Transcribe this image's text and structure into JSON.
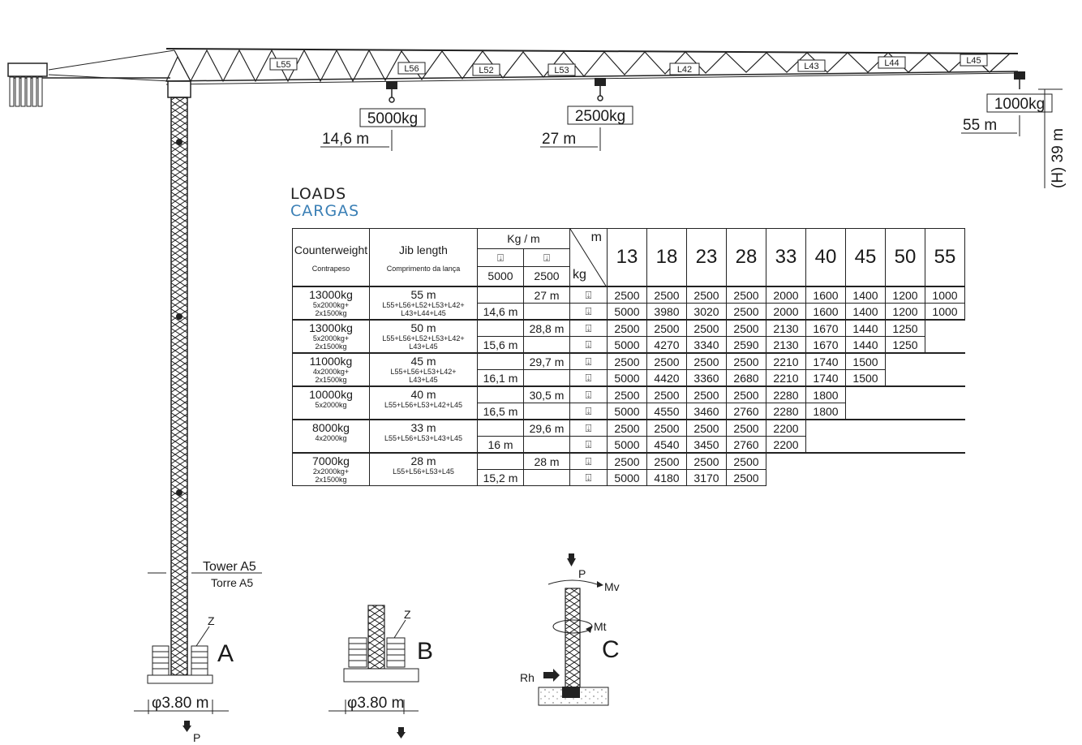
{
  "crane": {
    "jib_sections": [
      "L55",
      "L56",
      "L52",
      "L53",
      "L42",
      "L43",
      "L44",
      "L45"
    ],
    "loads": [
      {
        "weight": "5000kg",
        "radius": "14,6 m"
      },
      {
        "weight": "2500kg",
        "radius": "27 m"
      },
      {
        "weight": "1000kg",
        "radius": "55 m"
      }
    ],
    "height": "(H) 39 m",
    "tower_label_en": "Tower A5",
    "tower_label_pt": "Torre A5",
    "bases": [
      {
        "letter": "A",
        "z": "Z",
        "diameter": "φ3.80 m",
        "p": "P"
      },
      {
        "letter": "B",
        "z": "Z",
        "diameter": "φ3.80 m"
      },
      {
        "letter": "C",
        "mv": "Mv",
        "mt": "Mt",
        "rh": "Rh",
        "p": "P"
      }
    ]
  },
  "title": {
    "en": "LOADS",
    "pt": "CARGAS"
  },
  "table": {
    "hdr_counterweight_en": "Counterweight",
    "hdr_counterweight_pt": "Contrapeso",
    "hdr_jib_en": "Jib length",
    "hdr_jib_pt": "Comprimento da lança",
    "hdr_kgm": "Kg / m",
    "hdr_m": "m",
    "hdr_kg": "kg",
    "hdr_5000": "5000",
    "hdr_2500": "2500",
    "radii": [
      "13",
      "18",
      "23",
      "28",
      "33",
      "40",
      "45",
      "50",
      "55"
    ],
    "groups": [
      {
        "cw": "13000kg",
        "cw_detail1": "5x2000kg+",
        "cw_detail2": "2x1500kg",
        "jib": "55 m",
        "sections1": "L55+L56+L52+L53+L42+",
        "sections2": "L43+L44+L45",
        "r2500": "27 m",
        "r5000": "14,6 m",
        "row2500": [
          "2500",
          "2500",
          "2500",
          "2500",
          "2000",
          "1600",
          "1400",
          "1200",
          "1000"
        ],
        "row5000": [
          "5000",
          "3980",
          "3020",
          "2500",
          "2000",
          "1600",
          "1400",
          "1200",
          "1000"
        ]
      },
      {
        "cw": "13000kg",
        "cw_detail1": "5x2000kg+",
        "cw_detail2": "2x1500kg",
        "jib": "50 m",
        "sections1": "L55+L56+L52+L53+L42+",
        "sections2": "L43+L45",
        "r2500": "28,8 m",
        "r5000": "15,6 m",
        "row2500": [
          "2500",
          "2500",
          "2500",
          "2500",
          "2130",
          "1670",
          "1440",
          "1250"
        ],
        "row5000": [
          "5000",
          "4270",
          "3340",
          "2590",
          "2130",
          "1670",
          "1440",
          "1250"
        ]
      },
      {
        "cw": "11000kg",
        "cw_detail1": "4x2000kg+",
        "cw_detail2": "2x1500kg",
        "jib": "45 m",
        "sections1": "L55+L56+L53+L42+",
        "sections2": "L43+L45",
        "r2500": "29,7 m",
        "r5000": "16,1 m",
        "row2500": [
          "2500",
          "2500",
          "2500",
          "2500",
          "2210",
          "1740",
          "1500"
        ],
        "row5000": [
          "5000",
          "4420",
          "3360",
          "2680",
          "2210",
          "1740",
          "1500"
        ]
      },
      {
        "cw": "10000kg",
        "cw_detail1": "5x2000kg",
        "cw_detail2": "",
        "jib": "40 m",
        "sections1": "L55+L56+L53+L42+L45",
        "sections2": "",
        "r2500": "30,5 m",
        "r5000": "16,5 m",
        "row2500": [
          "2500",
          "2500",
          "2500",
          "2500",
          "2280",
          "1800"
        ],
        "row5000": [
          "5000",
          "4550",
          "3460",
          "2760",
          "2280",
          "1800"
        ]
      },
      {
        "cw": "8000kg",
        "cw_detail1": "4x2000kg",
        "cw_detail2": "",
        "jib": "33 m",
        "sections1": "L55+L56+L53+L43+L45",
        "sections2": "",
        "r2500": "29,6 m",
        "r5000": "16 m",
        "row2500": [
          "2500",
          "2500",
          "2500",
          "2500",
          "2200"
        ],
        "row5000": [
          "5000",
          "4540",
          "3450",
          "2760",
          "2200"
        ]
      },
      {
        "cw": "7000kg",
        "cw_detail1": "2x2000kg+",
        "cw_detail2": "2x1500kg",
        "jib": "28 m",
        "sections1": "L55+L56+L53+L45",
        "sections2": "",
        "r2500": "28 m",
        "r5000": "15,2 m",
        "row2500": [
          "2500",
          "2500",
          "2500",
          "2500"
        ],
        "row5000": [
          "5000",
          "4180",
          "3170",
          "2500"
        ]
      }
    ]
  }
}
